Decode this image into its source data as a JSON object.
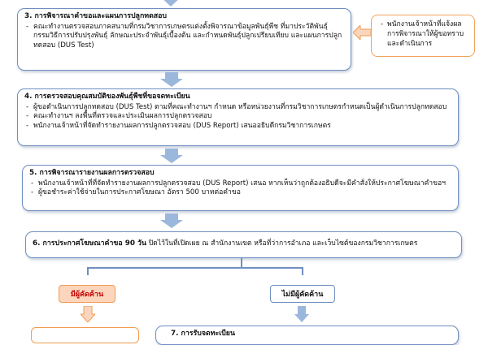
{
  "step3": {
    "title": "3. การพิจารณาคำขอและแผนการปลูกทดสอบ",
    "items": [
      "คณะทำงานตรวจสอบภาคสนามที่กรมวิชาการเกษตรแต่งตั้งพิจารณาข้อมูลพันธุ์พืช ที่มาประวัติพันธุ์ กรรมวิธีการปรับปรุงพันธุ์ ลักษณะประจำพันธุ์เบื้องต้น และกำหนดพันธุ์ปลูกเปรียบเทียบ และแผนการปลูกทดสอบ (DUS Test)"
    ]
  },
  "side_note": {
    "items": [
      "พนักงานเจ้าหน้าที่แจ้งผลการพิจารณาให้ผู้ขอทราบและดำเนินการ"
    ]
  },
  "step4": {
    "title": "4. การตรวจสอบคุณสมบัติของพันธุ์พืชที่ขอจดทะเบียน",
    "items": [
      "ผู้ขอดำเนินการปลูกทดสอบ (DUS Test) ตามที่คณะทำงานฯ กำหนด หรือหน่วยงานที่กรมวิชาการเกษตรกำหนดเป็นผู้ดำเนินการปลูกทดสอบ",
      "คณะทำงานฯ ลงพื้นที่ตรวจและประเมินผลการปลูกตรวจสอบ",
      "พนักงานเจ้าหน้าที่จัดทำรายงานผลการปลูกตรวจสอบ (DUS Report) เสนออธิบดีกรมวิชาการเกษตร"
    ]
  },
  "step5": {
    "title": "5. การพิจารณารายงานผลการตรวจสอบ",
    "items": [
      "พนักงานเจ้าหน้าที่ที่จัดทำรายงานผลการปลูกตรวจสอบ (DUS Report) เสนอ หากเห็นว่าถูกต้องอธิบดีจะมีคำสั่งให้ประกาศโฆษณาคำขอฯ",
      "ผู้ขอชำระค่าใช้จ่ายในการประกาศโฆษณา อัตรา 500 บาทต่อคำขอ"
    ]
  },
  "step6": {
    "title": "6. การประกาศโฆษณาคำขอ 90 วัน",
    "text": " ปิดไว้ในที่เปิดเผย ณ สำนักงานเขต หรือที่ว่าการอำเภอ และเว็บไซต์ของกรมวิชาการเกษตร"
  },
  "branch": {
    "objection": "มีผู้คัดค้าน",
    "no_objection": "ไม่มีผู้คัดค้าน"
  },
  "step7": {
    "title": "7. การรับจดทะเบียน"
  },
  "colors": {
    "box_border": "#6f8fc0",
    "arrow_fill": "#9bb7dc",
    "orange_border": "#f29b52",
    "orange_fill": "#fbd6bd",
    "objection_text": "#c00000"
  }
}
